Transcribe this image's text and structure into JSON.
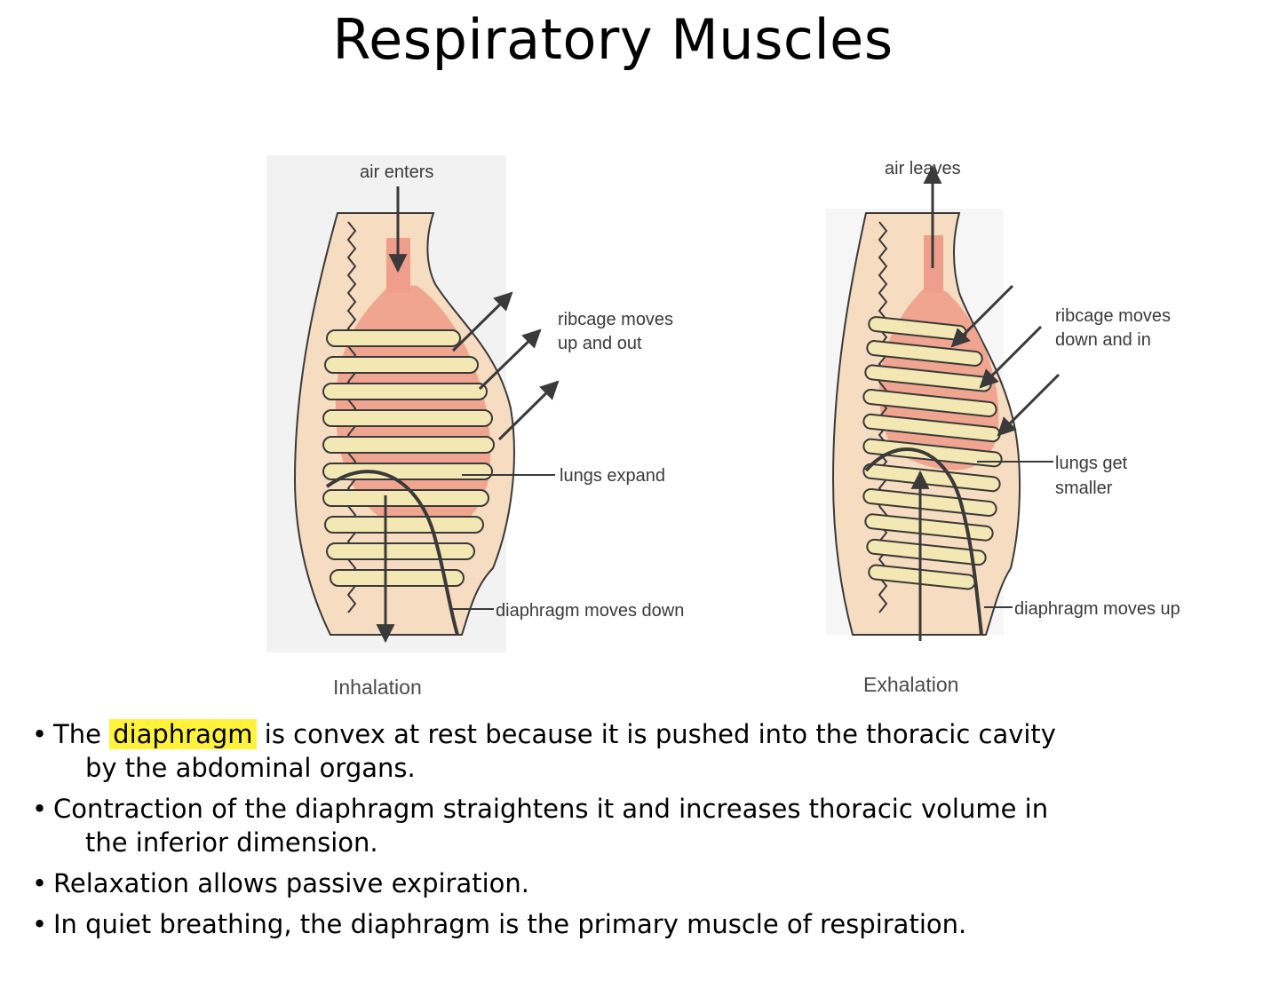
{
  "slide": {
    "title": "Respiratory Muscles"
  },
  "diagram": {
    "inhalation": {
      "air_label": "air enters",
      "ribcage_label_1": "ribcage moves",
      "ribcage_label_2": "up and out",
      "lungs_label": "lungs expand",
      "diaphragm_label": "diaphragm moves down",
      "caption": "Inhalation"
    },
    "exhalation": {
      "air_label": "air leaves",
      "ribcage_label_1": "ribcage moves",
      "ribcage_label_2": "down and in",
      "lungs_label_1": "lungs get",
      "lungs_label_2": "smaller",
      "diaphragm_label": "diaphragm moves up",
      "caption": "Exhalation"
    },
    "colors": {
      "body": "#f6dcc0",
      "lung": "#ef9e8c",
      "rib": "#f3e7b3",
      "outline": "#3a3a3a"
    }
  },
  "bullets": {
    "b1_pre": "The ",
    "b1_highlight": "diaphragm",
    "b1_post": " is convex at rest because it is pushed into the thoracic cavity",
    "b1_cont": "by the abdominal organs.",
    "b2": "Contraction of the diaphragm straightens it and increases thoracic volume in",
    "b2_cont": "the inferior dimension.",
    "b3": "Relaxation allows passive expiration.",
    "b4": "In quiet breathing, the diaphragm is the primary muscle of respiration.",
    "highlight_color": "#fff23a"
  }
}
